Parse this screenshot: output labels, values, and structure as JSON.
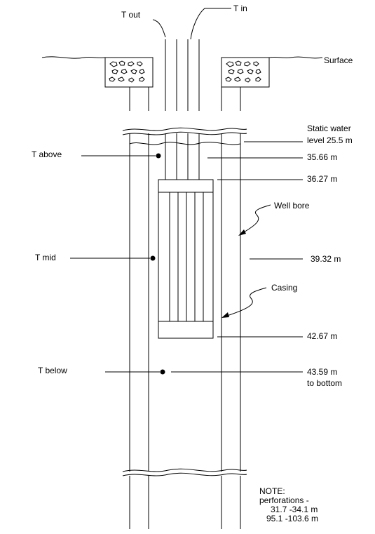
{
  "labels": {
    "t_out": "T out",
    "t_in": "T in",
    "surface": "Surface",
    "static_water_line1": "Static water",
    "static_water_line2": "level  25.5 m",
    "t_above": "T above",
    "depth_35_66": "35.66  m",
    "depth_36_27": "36.27 m",
    "well_bore": "Well bore",
    "t_mid": "T mid",
    "depth_39_32": "39.32 m",
    "casing": "Casing",
    "depth_42_67": "42.67 m",
    "t_below": "T below",
    "depth_43_59": "43.59 m",
    "to_bottom": "to bottom",
    "note_title": "NOTE:",
    "note_perforations": "perforations -",
    "note_range_1": "31.7 -34.1 m",
    "note_range_2": "95.1 -103.6 m"
  }
}
